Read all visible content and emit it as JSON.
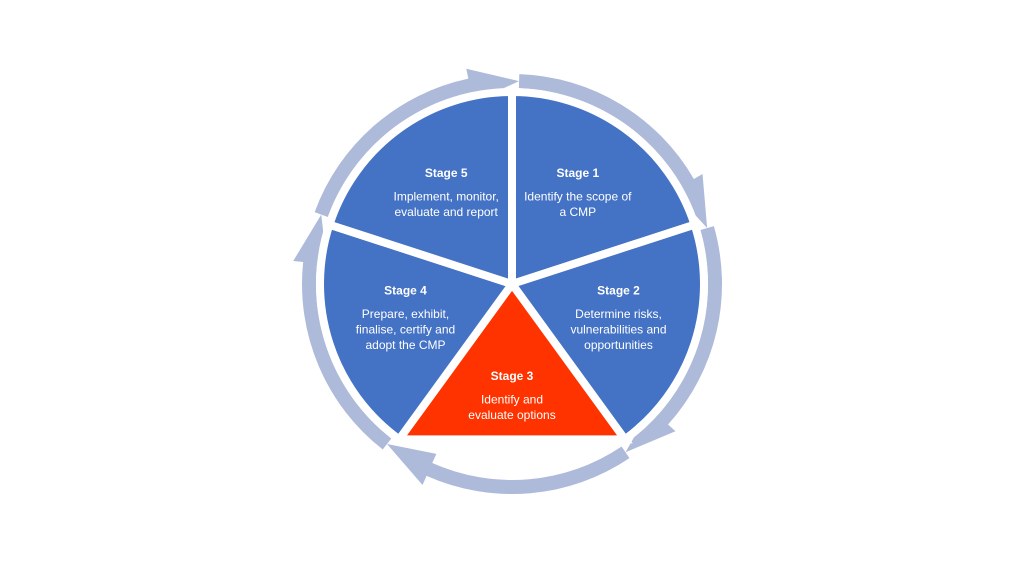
{
  "diagram": {
    "colors": {
      "background": "#ffffff",
      "segment": "#4472c4",
      "highlight": "#ff3300",
      "ring": "#aebad9",
      "separator": "#ffffff",
      "text": "#ffffff"
    },
    "stages": [
      {
        "id": "stage-1",
        "title": "Stage 1",
        "lines": [
          "Identify the scope of",
          "a CMP"
        ],
        "highlighted": false
      },
      {
        "id": "stage-2",
        "title": "Stage 2",
        "lines": [
          "Determine risks,",
          "vulnerabilities and",
          "opportunities"
        ],
        "highlighted": false
      },
      {
        "id": "stage-3",
        "title": "Stage 3",
        "lines": [
          "Identify and",
          "evaluate options"
        ],
        "highlighted": true
      },
      {
        "id": "stage-4",
        "title": "Stage 4",
        "lines": [
          "Prepare, exhibit,",
          "finalise, certify and",
          "adopt the CMP"
        ],
        "highlighted": false
      },
      {
        "id": "stage-5",
        "title": "Stage 5",
        "lines": [
          "Implement, monitor,",
          "evaluate and report"
        ],
        "highlighted": false
      }
    ]
  }
}
